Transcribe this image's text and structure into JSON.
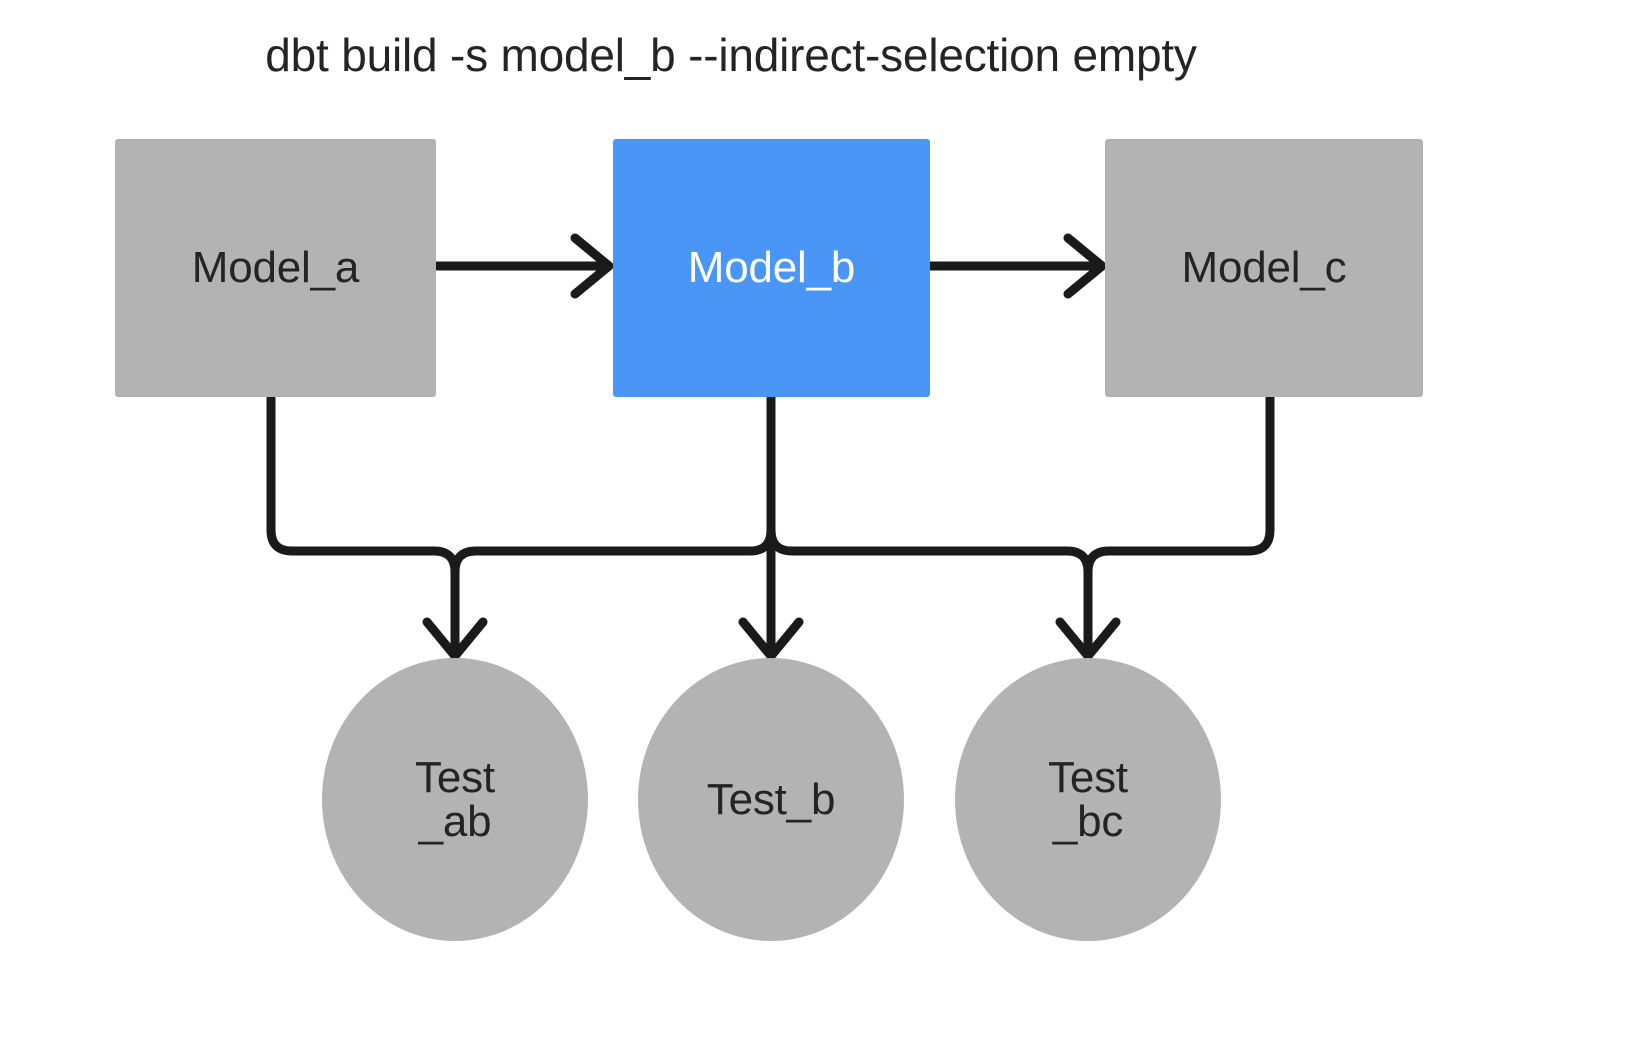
{
  "diagram": {
    "title": "dbt build -s model_b --indirect-selection empty",
    "background_color": "#ffffff",
    "edge_color": "#1a1a1a",
    "colors": {
      "node_gray": "#b3b3b3",
      "node_selected_blue": "#4a96f7",
      "text_dark": "#242424",
      "text_light": "#ffffff"
    },
    "models": [
      {
        "id": "model_a",
        "label": "Model_a",
        "shape": "rectangle",
        "fill": "#b3b3b3",
        "text_color": "#242424",
        "selected": "false"
      },
      {
        "id": "model_b",
        "label": "Model_b",
        "shape": "rectangle",
        "fill": "#4a96f7",
        "text_color": "#ffffff",
        "selected": "true"
      },
      {
        "id": "model_c",
        "label": "Model_c",
        "shape": "rectangle",
        "fill": "#b3b3b3",
        "text_color": "#242424",
        "selected": "false"
      }
    ],
    "tests": [
      {
        "id": "test_ab",
        "label": "Test\n_ab",
        "shape": "circle",
        "fill": "#b3b3b3",
        "text_color": "#242424",
        "selected": "false"
      },
      {
        "id": "test_b",
        "label": "Test_b",
        "shape": "circle",
        "fill": "#b3b3b3",
        "text_color": "#242424",
        "selected": "false"
      },
      {
        "id": "test_bc",
        "label": "Test\n_bc",
        "shape": "circle",
        "fill": "#b3b3b3",
        "text_color": "#242424",
        "selected": "false"
      }
    ],
    "edges": [
      {
        "from": "model_a",
        "to": "model_b",
        "arrow": "true"
      },
      {
        "from": "model_b",
        "to": "model_c",
        "arrow": "true"
      },
      {
        "from": "model_a",
        "to": "test_ab",
        "arrow": "true"
      },
      {
        "from": "model_b",
        "to": "test_ab",
        "arrow": "true"
      },
      {
        "from": "model_b",
        "to": "test_b",
        "arrow": "true"
      },
      {
        "from": "model_b",
        "to": "test_bc",
        "arrow": "true"
      },
      {
        "from": "model_c",
        "to": "test_bc",
        "arrow": "true"
      }
    ]
  }
}
